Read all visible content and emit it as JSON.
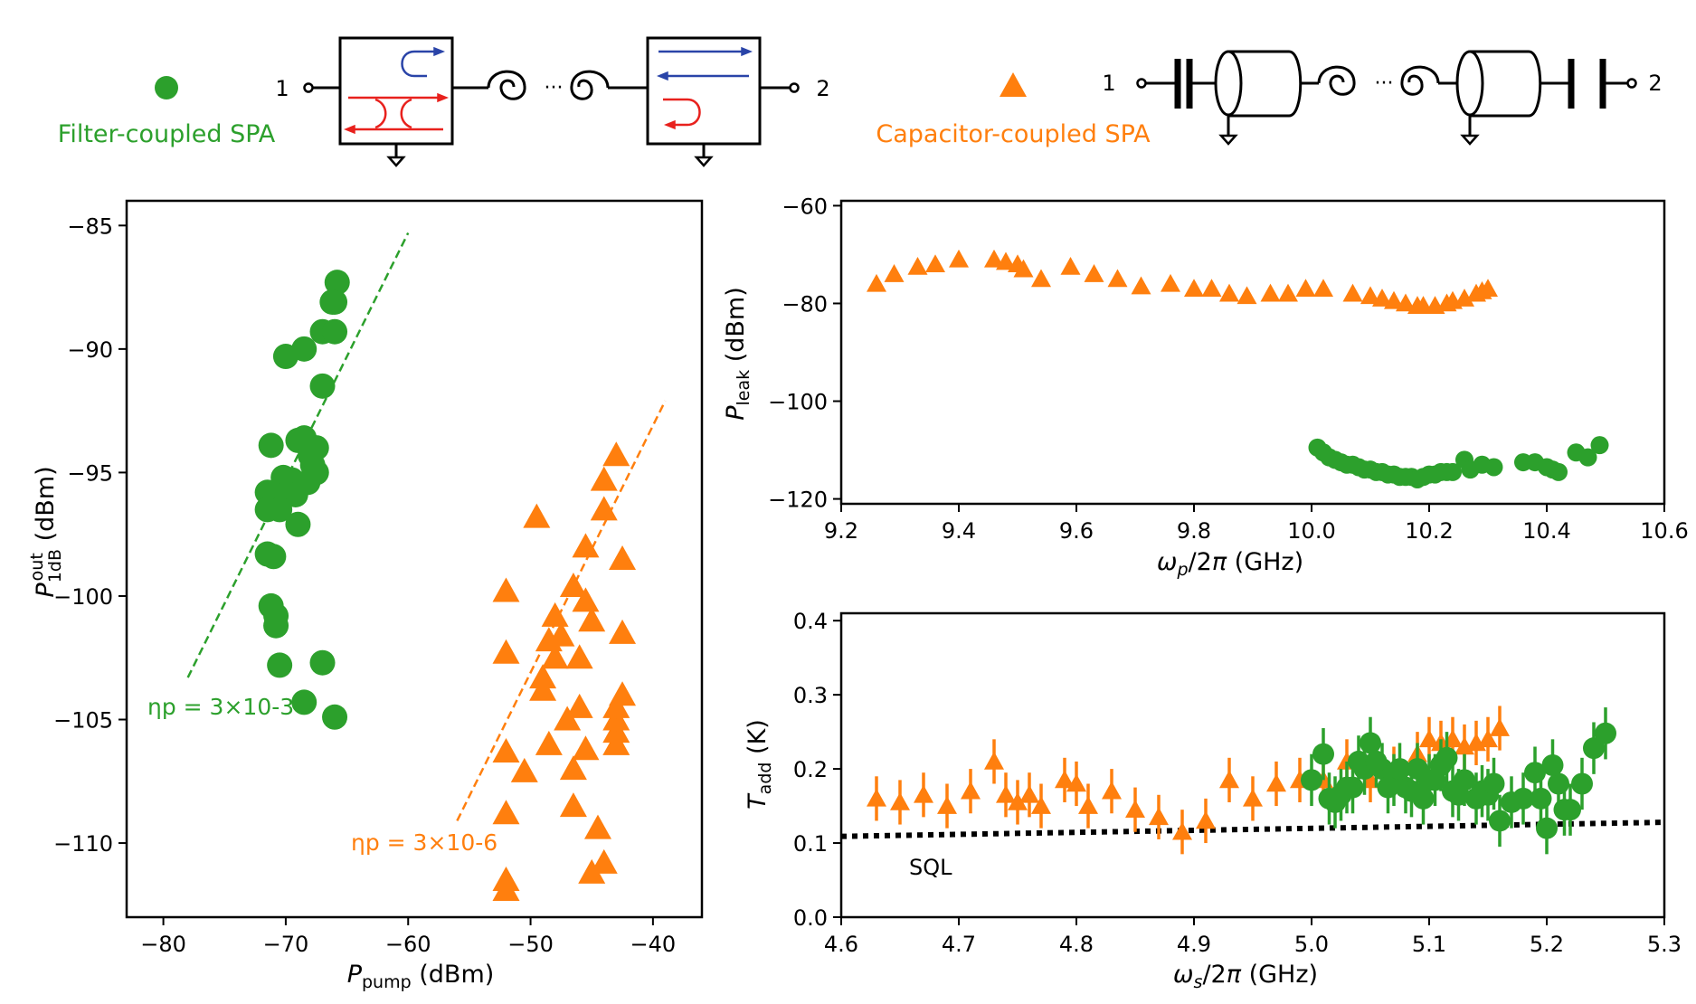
{
  "colors": {
    "green": "#2ca02c",
    "orange": "#ff7f0e",
    "red": "#e8211d",
    "blue": "#2a44a8"
  },
  "legend": {
    "filter_label": "Filter-coupled SPA",
    "capacitor_label": "Capacitor-coupled SPA",
    "filter_port_1": "1",
    "filter_port_2": "2",
    "cap_port_1": "1",
    "cap_port_2": "2"
  },
  "annotations": {
    "eta_green": "ηp = 3×10-3",
    "eta_orange": "ηp = 3×10-6",
    "sql": "SQL"
  },
  "chart_data": [
    {
      "type": "scatter",
      "name": "panel-a",
      "xlabel": "P_pump (dBm)",
      "ylabel": "P_1dB^out (dBm)",
      "xlim": [
        -83,
        -36
      ],
      "ylim": [
        -113,
        -84
      ],
      "xticks": [
        -80,
        -70,
        -60,
        -50,
        -40
      ],
      "yticks": [
        -110,
        -105,
        -100,
        -95,
        -90,
        -85
      ],
      "grid": false,
      "series": [
        {
          "marker": "circle",
          "color": "#2ca02c",
          "x": [
            -65.8,
            -66.0,
            -66.2,
            -67.0,
            -66.0,
            -67.0,
            -68.5,
            -70.0,
            -67.5,
            -67.8,
            -71.2,
            -69.0,
            -68.5,
            -68.0,
            -67.5,
            -68.2,
            -69.5,
            -70.2,
            -71.5,
            -71.0,
            -69.2,
            -70.5,
            -71.5,
            -69.0,
            -71.5,
            -71.0,
            -71.2,
            -70.8,
            -70.8,
            -70.5,
            -67.0,
            -68.5,
            -66.0
          ],
          "y": [
            -87.3,
            -88.1,
            -88.1,
            -89.3,
            -89.3,
            -91.5,
            -90.0,
            -90.3,
            -94.0,
            -94.7,
            -93.9,
            -93.7,
            -93.6,
            -94.3,
            -95.0,
            -95.4,
            -95.3,
            -95.2,
            -95.8,
            -95.9,
            -95.9,
            -96.5,
            -96.5,
            -97.1,
            -98.3,
            -98.4,
            -100.4,
            -100.8,
            -101.2,
            -102.8,
            -102.7,
            -104.3,
            -104.9
          ]
        },
        {
          "marker": "triangle",
          "color": "#ff7f0e",
          "x": [
            -49.5,
            -52.0,
            -43.0,
            -44.0,
            -42.5,
            -45.5,
            -44.0,
            -46.5,
            -42.5,
            -47.5,
            -46.0,
            -45.0,
            -48.5,
            -46.0,
            -52.0,
            -49.0,
            -42.5,
            -43.0,
            -43.0,
            -43.0,
            -43.0,
            -47.0,
            -48.5,
            -52.0,
            -50.5,
            -45.5,
            -46.5,
            -52.0,
            -46.5,
            -44.5,
            -44.0,
            -45.0,
            -52.0,
            -52.0,
            -45.5,
            -48.0,
            -49.0,
            -48.0
          ],
          "y": [
            -96.8,
            -99.8,
            -94.3,
            -95.3,
            -98.5,
            -98.0,
            -96.5,
            -99.6,
            -101.5,
            -101.6,
            -102.5,
            -101.0,
            -101.8,
            -104.5,
            -102.3,
            -103.3,
            -104.0,
            -104.5,
            -105.0,
            -105.5,
            -106.0,
            -105.0,
            -106.0,
            -106.3,
            -107.1,
            -106.2,
            -107.0,
            -108.8,
            -108.5,
            -109.4,
            -110.8,
            -111.2,
            -111.5,
            -111.9,
            -100.2,
            -100.8,
            -103.8,
            -102.5
          ]
        }
      ],
      "fits": [
        {
          "color": "#2ca02c",
          "x": [
            -78,
            -60
          ],
          "y": [
            -103.3,
            -85.3
          ]
        },
        {
          "color": "#ff7f0e",
          "x": [
            -56,
            -39
          ],
          "y": [
            -109.1,
            -92.1
          ]
        }
      ]
    },
    {
      "type": "scatter",
      "name": "panel-b",
      "xlabel": "ωp/2π (GHz)",
      "ylabel": "P_leak (dBm)",
      "xlim": [
        9.2,
        10.6
      ],
      "ylim": [
        -121,
        -59
      ],
      "xticks": [
        9.2,
        9.4,
        9.6,
        9.8,
        10.0,
        10.2,
        10.4,
        10.6
      ],
      "xtick_labels": [
        "9.2",
        "9.4",
        "9.6",
        "9.8",
        "10.0",
        "10.2",
        "10.4",
        "10.6"
      ],
      "yticks": [
        -120,
        -100,
        -80,
        -60
      ],
      "grid": false,
      "series": [
        {
          "marker": "triangle",
          "color": "#ff7f0e",
          "x": [
            9.26,
            9.29,
            9.33,
            9.36,
            9.4,
            9.46,
            9.48,
            9.5,
            9.51,
            9.54,
            9.59,
            9.63,
            9.67,
            9.71,
            9.76,
            9.8,
            9.83,
            9.86,
            9.89,
            9.93,
            9.96,
            9.99,
            10.02,
            10.07,
            10.1,
            10.12,
            10.14,
            10.16,
            10.18,
            10.19,
            10.21,
            10.23,
            10.24,
            10.26,
            10.28,
            10.29,
            10.3
          ],
          "y": [
            -76,
            -74,
            -72.5,
            -72,
            -71,
            -71,
            -71.5,
            -72,
            -73,
            -75,
            -72.5,
            -74,
            -75,
            -76.5,
            -76,
            -77,
            -77,
            -78,
            -78.5,
            -78,
            -78,
            -77,
            -77,
            -78,
            -78.5,
            -79,
            -79.5,
            -80,
            -80.5,
            -80.5,
            -80.5,
            -80,
            -79.5,
            -79,
            -78,
            -77.5,
            -77
          ]
        },
        {
          "marker": "circle",
          "color": "#2ca02c",
          "x": [
            10.01,
            10.02,
            10.03,
            10.04,
            10.05,
            10.06,
            10.07,
            10.08,
            10.09,
            10.1,
            10.11,
            10.12,
            10.13,
            10.14,
            10.15,
            10.16,
            10.17,
            10.18,
            10.19,
            10.2,
            10.21,
            10.22,
            10.23,
            10.24,
            10.26,
            10.27,
            10.29,
            10.31,
            10.36,
            10.38,
            10.4,
            10.41,
            10.42,
            10.45,
            10.47,
            10.49
          ],
          "y": [
            -109.5,
            -110.5,
            -111.5,
            -112,
            -112.5,
            -113,
            -113,
            -113.5,
            -114,
            -114,
            -114.5,
            -114.5,
            -115,
            -115,
            -115.5,
            -115.5,
            -115.5,
            -116,
            -115.5,
            -115,
            -115,
            -114.5,
            -114.5,
            -114.5,
            -112,
            -114,
            -113,
            -113.5,
            -112.5,
            -112.5,
            -113.5,
            -114,
            -114.5,
            -110.5,
            -111.5,
            -109
          ]
        }
      ]
    },
    {
      "type": "scatter",
      "name": "panel-c",
      "xlabel": "ωs/2π (GHz)",
      "ylabel": "T_add (K)",
      "xlim": [
        4.6,
        5.3
      ],
      "ylim": [
        0.0,
        0.41
      ],
      "xticks": [
        4.6,
        4.7,
        4.8,
        4.9,
        5.0,
        5.1,
        5.2,
        5.3
      ],
      "yticks": [
        0.0,
        0.1,
        0.2,
        0.3,
        0.4
      ],
      "tick_decimals": 1,
      "grid": false,
      "sql_line": {
        "x": [
          4.6,
          5.3
        ],
        "y": [
          0.109,
          0.128
        ]
      },
      "series": [
        {
          "marker": "triangle",
          "color": "#ff7f0e",
          "err": 0.03,
          "x": [
            4.63,
            4.65,
            4.67,
            4.69,
            4.71,
            4.73,
            4.74,
            4.75,
            4.76,
            4.77,
            4.79,
            4.8,
            4.81,
            4.83,
            4.85,
            4.87,
            4.89,
            4.91,
            4.93,
            4.95,
            4.97,
            4.99,
            5.01,
            5.03,
            5.05,
            5.07,
            5.09,
            5.1,
            5.11,
            5.12,
            5.13,
            5.14,
            5.15,
            5.16
          ],
          "y": [
            0.16,
            0.155,
            0.165,
            0.15,
            0.17,
            0.21,
            0.165,
            0.155,
            0.165,
            0.15,
            0.185,
            0.18,
            0.15,
            0.17,
            0.145,
            0.135,
            0.115,
            0.13,
            0.185,
            0.16,
            0.18,
            0.185,
            0.185,
            0.21,
            0.185,
            0.2,
            0.22,
            0.24,
            0.235,
            0.24,
            0.23,
            0.235,
            0.24,
            0.255
          ]
        },
        {
          "marker": "circle",
          "color": "#2ca02c",
          "err": 0.035,
          "x": [
            5.0,
            5.01,
            5.02,
            5.03,
            5.04,
            5.05,
            5.06,
            5.07,
            5.08,
            5.09,
            5.1,
            5.11,
            5.12,
            5.13,
            5.14,
            5.15,
            5.16,
            5.17,
            5.18,
            5.19,
            5.2,
            5.21,
            5.22,
            5.23,
            5.24,
            5.25,
            5.015,
            5.025,
            5.035,
            5.045,
            5.055,
            5.065,
            5.075,
            5.085,
            5.095,
            5.105,
            5.115,
            5.125,
            5.145,
            5.155,
            5.195,
            5.205,
            5.215
          ],
          "y": [
            0.185,
            0.22,
            0.155,
            0.175,
            0.21,
            0.235,
            0.2,
            0.185,
            0.175,
            0.2,
            0.185,
            0.205,
            0.17,
            0.185,
            0.16,
            0.165,
            0.13,
            0.155,
            0.16,
            0.195,
            0.12,
            0.18,
            0.145,
            0.18,
            0.228,
            0.248,
            0.16,
            0.165,
            0.175,
            0.2,
            0.21,
            0.175,
            0.2,
            0.17,
            0.16,
            0.185,
            0.215,
            0.165,
            0.17,
            0.18,
            0.16,
            0.205,
            0.145
          ]
        }
      ]
    }
  ]
}
